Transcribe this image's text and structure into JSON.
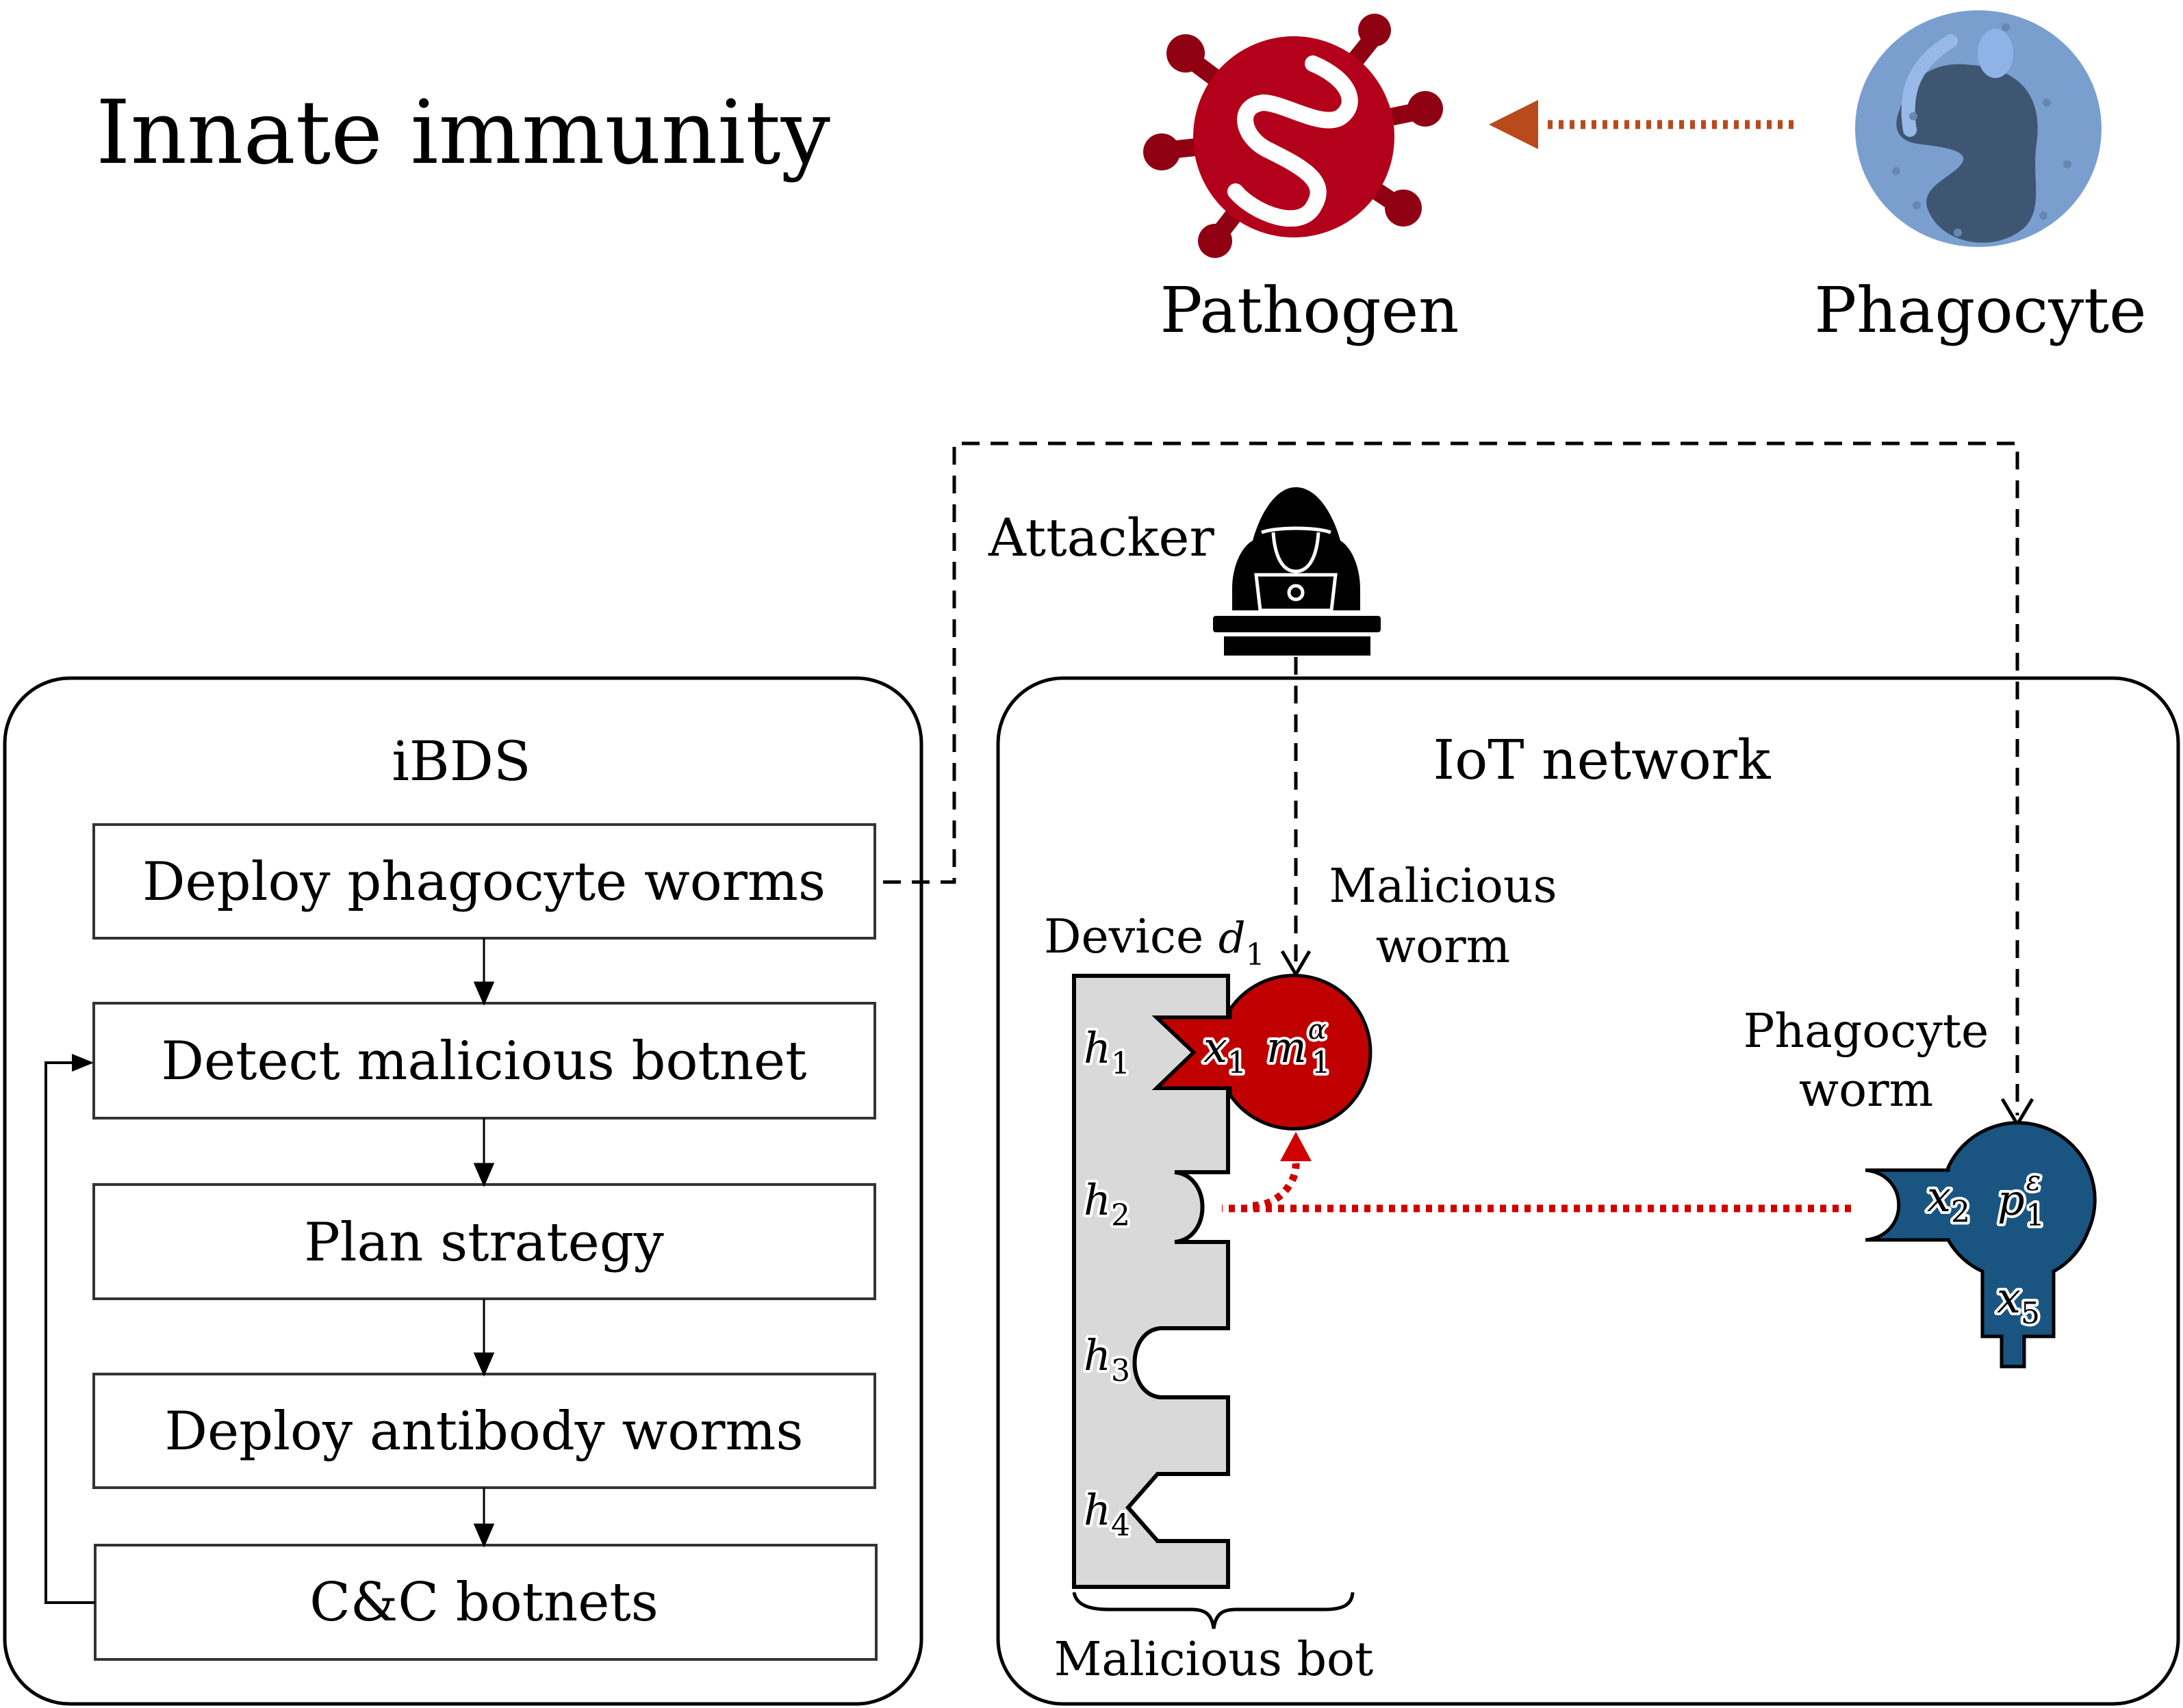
{
  "title": "Innate immunity",
  "analogy": {
    "pathogen_label": "Pathogen",
    "phagocyte_label": "Phagocyte",
    "arrow_direction": "phagocyte-to-pathogen",
    "colors": {
      "pathogen": "#b3001b",
      "pathogen_spike": "#8e0012",
      "phagocyte_outer": "#7a9fcf",
      "phagocyte_nucleus": "#3a5170",
      "arrow": "#b84a1c"
    }
  },
  "ibds": {
    "title": "iBDS",
    "steps": [
      {
        "label": "Deploy phagocyte worms"
      },
      {
        "label": "Detect malicious botnet"
      },
      {
        "label": "Plan strategy"
      },
      {
        "label": "Deploy antibody worms"
      },
      {
        "label": "C&C botnets"
      }
    ],
    "loop": "C&C botnets → Detect malicious botnet"
  },
  "attacker": {
    "label": "Attacker",
    "icon": "hooded-hacker-laptop-icon"
  },
  "iot": {
    "title": "IoT network",
    "device": {
      "label_prefix": "Device ",
      "label_var": "d",
      "label_sub": "1",
      "fill": "#d9d9d9",
      "holes": [
        {
          "var": "h",
          "sub": "1",
          "shape": "chevron"
        },
        {
          "var": "h",
          "sub": "2",
          "shape": "round-convex"
        },
        {
          "var": "h",
          "sub": "3",
          "shape": "round-concave"
        },
        {
          "var": "h",
          "sub": "4",
          "shape": "v-notch"
        }
      ]
    },
    "malicious_worm": {
      "label_line1": "Malicious",
      "label_line2": "worm",
      "fill": "#c00000",
      "key_var": "x",
      "key_sub": "1",
      "id_var": "m",
      "id_sub": "1",
      "id_sup": "α"
    },
    "phagocyte_worm": {
      "label_line1": "Phagocyte",
      "label_line2": "worm",
      "fill": "#1a5582",
      "key_var": "x",
      "key_sub": "2",
      "id_var": "p",
      "id_sub": "1",
      "id_sup": "ε",
      "stem_var": "x",
      "stem_sub": "5"
    },
    "bracket_label": "Malicious bot",
    "dotted_link_color": "#d00000"
  }
}
